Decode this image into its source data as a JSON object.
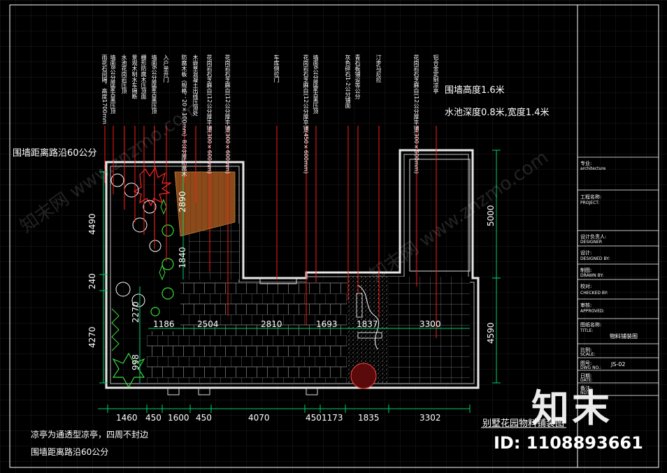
{
  "notes": {
    "wall_height": "围墙高度1.6米",
    "pool_spec": "水池深度0.8米,宽度1.4米",
    "wall_distance_top": "围墙距离路沿60公分",
    "pavilion_note": "凉亭为通透型凉亭，四周不封边",
    "wall_distance_bottom": "围墙距离路沿60公分",
    "drawing_title": "别墅花园物料铺装图"
  },
  "callouts": [
    "雨花石间隔，高度1700mm",
    "墙面8公分厚蒙古黑压顶",
    "水池花岗岩压顶",
    "景观木制水车隔断",
    "栅形防腐木压顶面",
    "墙面6公分厚蒙古黑压顶",
    "入户单开门",
    "防腐木板（规格：20×100mm）8公分厚防腐木",
    "木嵌草混凝土出线压顶处",
    "花岗岩石芝麻白(12公分厚平铺(300×600mm)",
    "花岗岩石芝麻白(12公分厚平铺(300×600mm)",
    "车库侧拉门",
    "花岗岩石芝麻白(12公分厚平铺(450×600mm)",
    "墙面6公分厚蒙古黑压顶",
    "灰色碎石1-2公分铺面",
    "青石板铺设等公分",
    "汀步马尼拉",
    "花岗岩石芝麻白(12公分厚平铺(300×600mm)",
    "铝合金定制凉亭"
  ],
  "dimensions": {
    "bottom": [
      "1460",
      "450",
      "1600",
      "450",
      "4070",
      "450",
      "1173",
      "1835",
      "3302"
    ],
    "inner": [
      "1186",
      "2504",
      "2810",
      "1693",
      "1837",
      "3300"
    ],
    "left": [
      "4490",
      "240",
      "4270"
    ],
    "right": [
      "5000",
      "4590"
    ],
    "deck_vertical": [
      "2890",
      "1840"
    ],
    "lower_left": [
      "2270",
      "998"
    ]
  },
  "title_block": {
    "rows": [
      {
        "label": "专业:",
        "value": "architecture"
      },
      {
        "label": "工程名称:",
        "value": "PROJECT:"
      },
      {
        "label": "设计负责人:",
        "value": "DESIGNER"
      },
      {
        "label": "设计:",
        "value": "DESIGNED BY:"
      },
      {
        "label": "制图:",
        "value": "DRAWN BY:"
      },
      {
        "label": "校对:",
        "value": "CHECKED BY:"
      },
      {
        "label": "审核:",
        "value": "APPROVED:"
      },
      {
        "label": "图纸名称:",
        "value": "TITLE:"
      },
      {
        "label": "比例:",
        "value": "SCALE:"
      },
      {
        "label": "图号:",
        "value": "DWG NO.:"
      },
      {
        "label": "日期:",
        "value": "DATE:"
      },
      {
        "label": "备注:",
        "value": "NOTE:"
      }
    ],
    "drawing_name": "物料铺装图",
    "drawing_no": "JS-02"
  },
  "watermark": {
    "brand": "知末",
    "id_text": "ID: 1108893661",
    "diag_text": "知末网 www.znzmo.com"
  },
  "colors": {
    "background": "#000000",
    "frame": "#ffffff",
    "callout_line": "#ff1a1a",
    "dimension": "#00d26a",
    "deck": "#8b4a1a"
  }
}
